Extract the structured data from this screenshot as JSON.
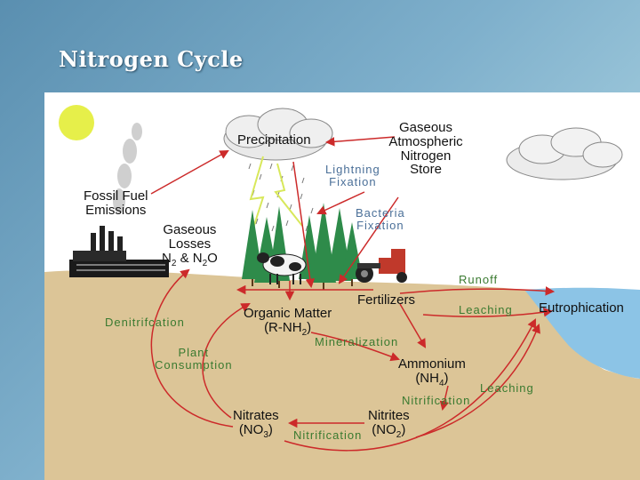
{
  "slide": {
    "title": "Nitrogen Cycle"
  },
  "labels": {
    "precipitation": "Precipitation",
    "atmospheric_1": "Gaseous",
    "atmospheric_2": "Atmospheric",
    "atmospheric_3": "Nitrogen",
    "atmospheric_4": "Store",
    "lightning_1": "Lightning",
    "lightning_2": "Fixation",
    "bacteria_1": "Bacteria",
    "bacteria_2": "Fixation",
    "fossil_1": "Fossil Fuel",
    "fossil_2": "Emissions",
    "gaseous_losses_1": "Gaseous",
    "gaseous_losses_2": "Losses",
    "gaseous_n2": "N",
    "gaseous_n2_sub": "2",
    "gaseous_and": " & N",
    "gaseous_n2o_sub": "2",
    "gaseous_o": "O",
    "runoff": "Runoff",
    "fertilizers": "Fertilizers",
    "leaching_top": "Leaching",
    "eutrophication": "Eutrophication",
    "organic_1": "Organic Matter",
    "organic_2a": "(R-NH",
    "organic_2_sub": "2",
    "organic_2b": ")",
    "denitrification": "Denitrifcation",
    "mineralization": "Mineralization",
    "plant_1": "Plant",
    "plant_2": "Consumption",
    "ammonium_1": "Ammonium",
    "ammonium_2a": "(NH",
    "ammonium_2_sub": "4",
    "ammonium_2b": ")",
    "nitrification_right": "Nitrification",
    "leaching_right": "Leaching",
    "nitrates_1": "Nitrates",
    "nitrates_2a": "(NO",
    "nitrates_2_sub": "3",
    "nitrates_2b": ")",
    "nitrites_1": "Nitrites",
    "nitrites_2a": "(NO",
    "nitrites_2_sub": "2",
    "nitrites_2b": ")",
    "nitrification_bottom": "Nitrification"
  },
  "colors": {
    "arrow": "#cc2a2a",
    "soil": "#dcc597",
    "water": "#8cc4e6",
    "sun": "#e6ef4a",
    "tree": "#2e8b4a",
    "label_green": "#3a7a30",
    "label_blue": "#4a6f98"
  }
}
